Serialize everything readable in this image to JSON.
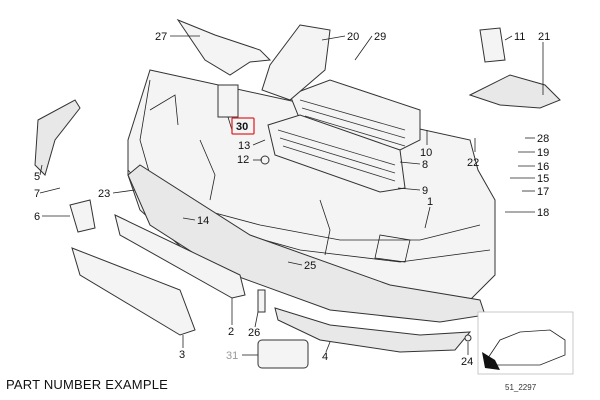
{
  "footer_label": "PART NUMBER EXAMPLE",
  "diagram_code": "51_2297",
  "highlight_color": "#e0262b",
  "highlighted_callout": "30",
  "callouts": [
    "27",
    "20",
    "29",
    "11",
    "21",
    "30",
    "13",
    "12",
    "10",
    "28",
    "19",
    "22",
    "16",
    "15",
    "8",
    "17",
    "18",
    "9",
    "1",
    "5",
    "7",
    "6",
    "23",
    "14",
    "25",
    "2",
    "26",
    "3",
    "31",
    "4",
    "24"
  ]
}
